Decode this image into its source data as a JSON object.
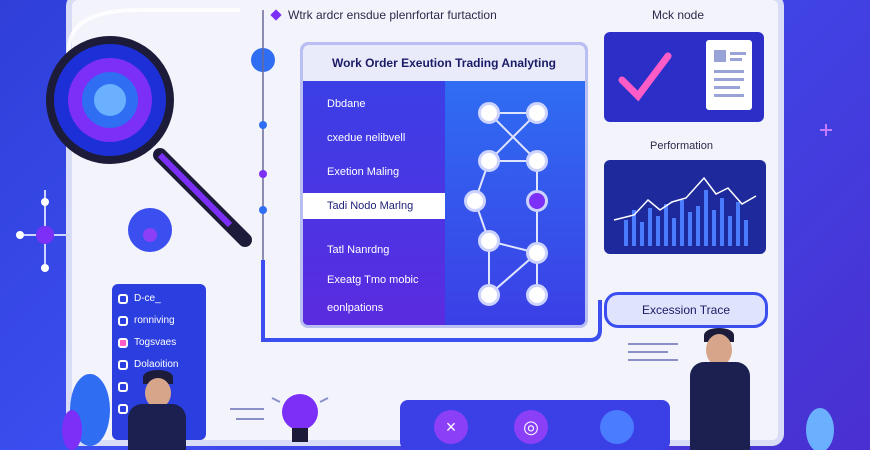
{
  "header": {
    "subtitle": "Wtrk ardcr ensdue plenrfortar furtaction",
    "mock_label": "Mck node"
  },
  "main_panel": {
    "title": "Work Order Exeution Trading Analyting",
    "items": [
      {
        "label": "Dbdane"
      },
      {
        "label": "cxedue nelibvell"
      },
      {
        "label": "Exetion Maling"
      },
      {
        "label": "Tadi Nodo Marlng",
        "active": true
      },
      {
        "label": "Tatl Nanrdng"
      },
      {
        "label": "Exeatg Tmo mobic"
      },
      {
        "label": "eonlpations"
      }
    ]
  },
  "cards": {
    "performance_label": "Performation",
    "trace_label": "Excession Trace"
  },
  "side_list": {
    "items": [
      "D-ce_",
      "ronniving",
      "Togsvaes",
      "Dolaoition",
      "",
      "",
      ""
    ]
  },
  "bottom_bar": {
    "buttons": [
      {
        "icon": "close-icon",
        "glyph": "×"
      },
      {
        "icon": "target-icon",
        "glyph": "◎"
      }
    ]
  },
  "colors": {
    "background": "#3b4ef0",
    "accent": "#7b2ff7",
    "panel": "#1d2fd6"
  }
}
